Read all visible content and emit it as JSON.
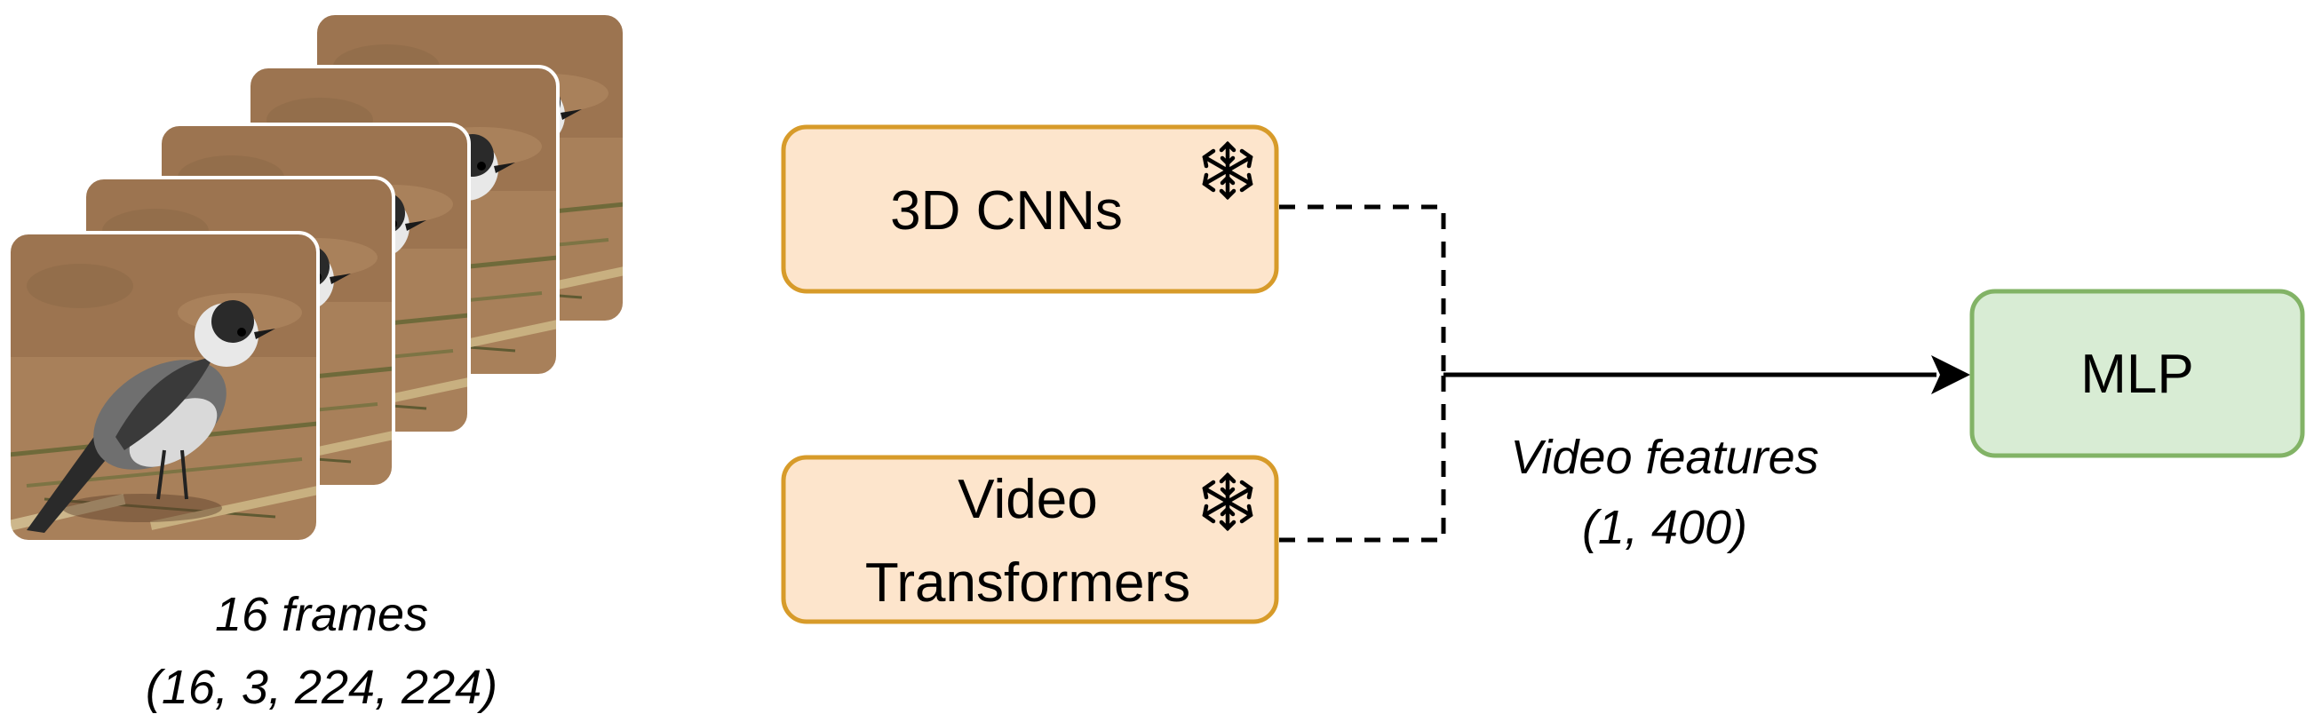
{
  "frames": {
    "count_label": "16 frames",
    "shape_label": "(16, 3, 224, 224)"
  },
  "boxes": {
    "cnn": {
      "label": "3D CNNs"
    },
    "transformer": {
      "label_line1": "Video",
      "label_line2": "Transformers"
    },
    "mlp": {
      "label": "MLP"
    }
  },
  "features": {
    "label": "Video features",
    "shape_label": "(1, 400)"
  },
  "icons": {
    "frozen": "snowflake-icon"
  },
  "colors": {
    "frozen_box_fill": "#fde5cc",
    "frozen_box_stroke": "#d79b2a",
    "mlp_fill": "#d8ecd4",
    "mlp_stroke": "#82b366",
    "line": "#000000"
  }
}
